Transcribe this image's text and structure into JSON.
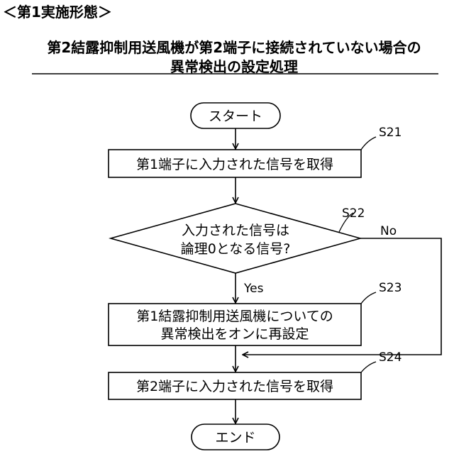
{
  "header": {
    "embodiment": "＜第1実施形態＞",
    "title_line1": "第2結露抑制用送風機が第2端子に接続されていない場合の",
    "title_line2": "異常検出の設定処理"
  },
  "flow": {
    "start": "スタート",
    "s21": {
      "id": "S21",
      "text": "第1端子に入力された信号を取得"
    },
    "s22": {
      "id": "S22",
      "text_line1": "入力された信号は",
      "text_line2": "論理0となる信号?"
    },
    "s23": {
      "id": "S23",
      "text_line1": "第1結露抑制用送風機についての",
      "text_line2": "異常検出をオンに再設定"
    },
    "s24": {
      "id": "S24",
      "text": "第2端子に入力された信号を取得"
    },
    "end": "エンド",
    "yes": "Yes",
    "no": "No"
  },
  "colors": {
    "line": "#000000",
    "background": "#ffffff"
  }
}
